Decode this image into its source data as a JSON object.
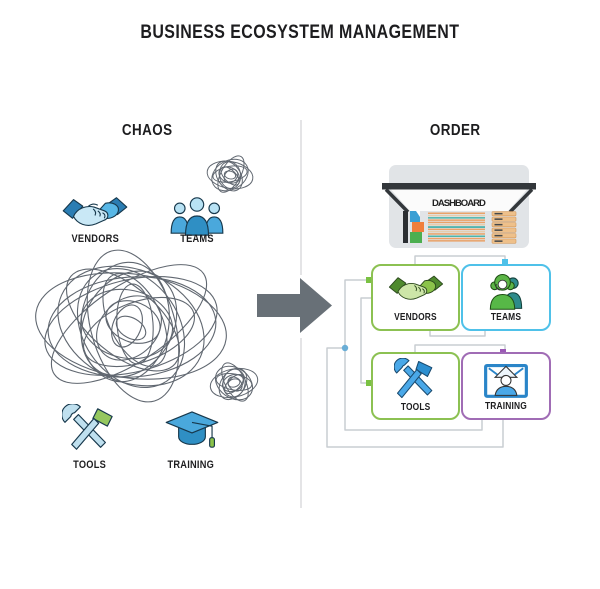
{
  "title": "BUSINESS ECOSYSTEM MANAGEMENT",
  "chaos": {
    "heading": "CHAOS",
    "vendors_label": "VENDORS",
    "teams_label": "TEAMS",
    "tools_label": "TOOLS",
    "training_label": "TRAINING"
  },
  "order": {
    "heading": "ORDER",
    "dashboard_label": "DASHBOARD",
    "boxes": [
      {
        "label": "VENDORS",
        "border_color": "#8cc152"
      },
      {
        "label": "TEAMS",
        "border_color": "#4fc1e9"
      },
      {
        "label": "TOOLS",
        "border_color": "#8cc152"
      },
      {
        "label": "TRAINING",
        "border_color": "#a06cb5"
      }
    ]
  },
  "colors": {
    "arrow": "#687077",
    "scribble": "#606770",
    "connector_line": "#c9cdd2",
    "divider": "#e4e4e6",
    "node_green": "#7ac143",
    "node_cyan": "#4fc1e9",
    "node_purple": "#9b59b6",
    "node_blue_dot": "#6aaed6",
    "chaos_blue": "#3e9fd0",
    "order_green": "#7cb342",
    "laptop_frame": "#33373b",
    "laptop_body": "#e1e4e7"
  },
  "icons": {
    "chaos": [
      "handshake-icon",
      "team-people-icon",
      "tangle-scribble-icon",
      "hammer-wrench-icon",
      "graduation-cap-icon"
    ],
    "order": [
      "laptop-dashboard-icon",
      "handshake-icon",
      "support-person-icon",
      "hammer-wrench-icon",
      "presenter-screen-icon",
      "right-arrow-icon"
    ]
  }
}
